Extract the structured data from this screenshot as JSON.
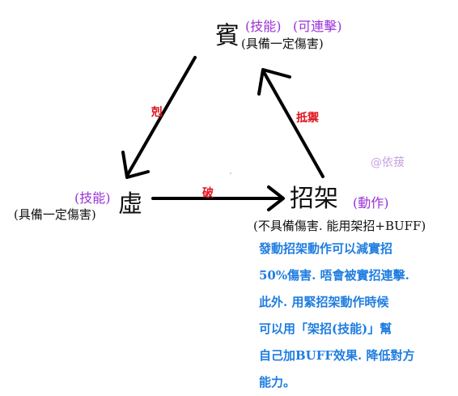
{
  "top": {
    "char": "賓",
    "tag": "(技能)",
    "note": "(可連擊)",
    "desc": "(具備一定傷害)"
  },
  "left": {
    "char": "虛",
    "tag": "(技能)",
    "desc": "(具備一定傷害)"
  },
  "right": {
    "char": "招架",
    "tag": "(動作)",
    "desc": "(不具備傷害. 能用架招+BUFF)"
  },
  "edges": {
    "left": "剋",
    "right": "抵禦",
    "bottom": "破"
  },
  "watermark": "@依菝",
  "explanation": {
    "lines": [
      "發動招架動作可以減實招",
      "50%傷害. 唔會被實招連擊.",
      "此外. 用緊招架動作時候",
      "可以用「架招(技能)」幫",
      "自己加BUFF效果. 降低對方",
      "能力。"
    ]
  },
  "colors": {
    "tag": "#9a32d6",
    "edge_label": "#e0131b",
    "explanation": "#1f7de0"
  }
}
